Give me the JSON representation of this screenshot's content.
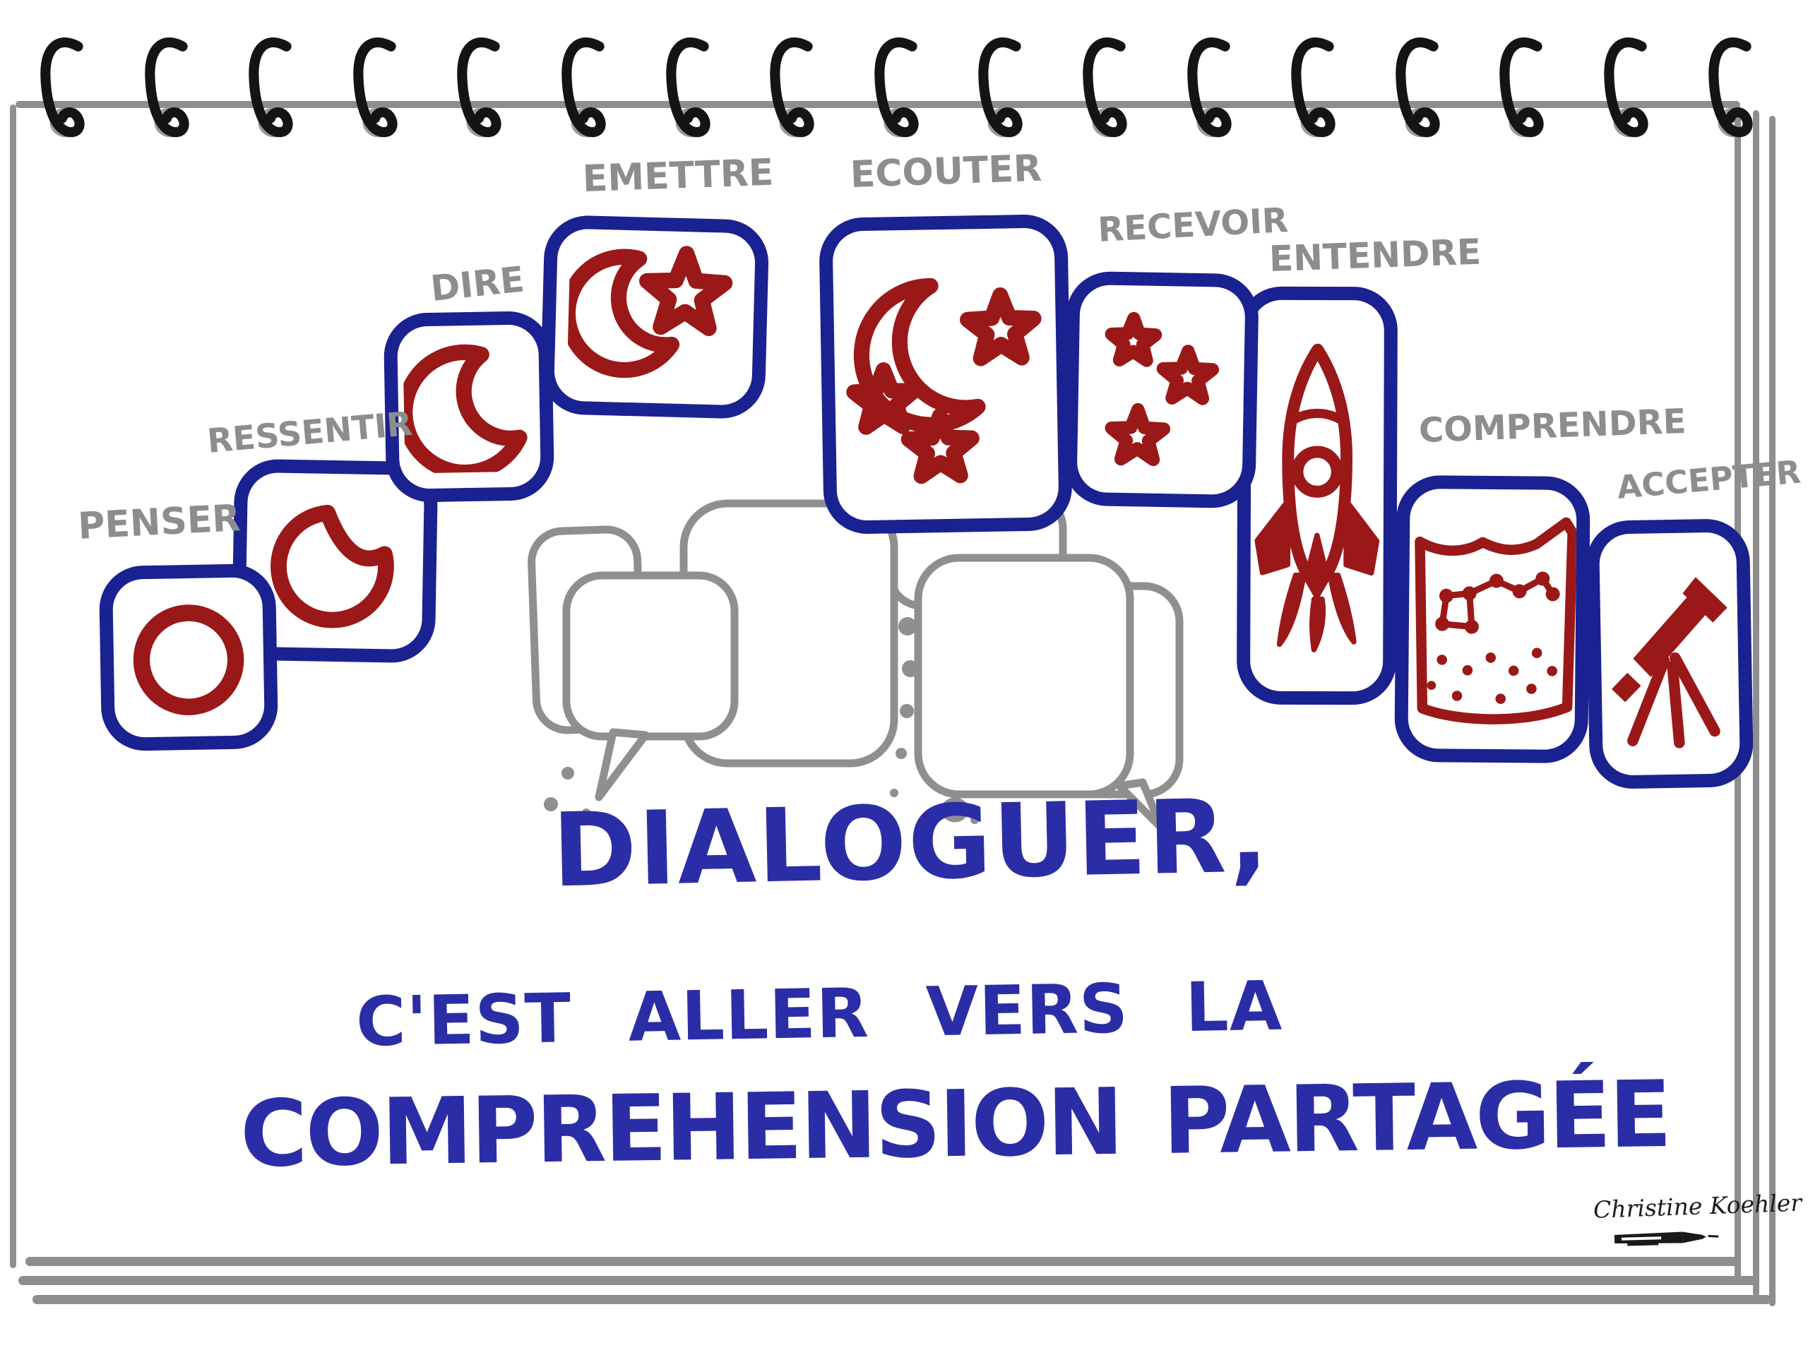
{
  "title": "Dialoguer sketchnote",
  "colors": {
    "box_border_blue": "#1a2191",
    "icon_red": "#9b1818",
    "label_gray": "#8d8d8d",
    "bubble_gray": "#8f8f8f",
    "page_line_gray": "#8e8e8e",
    "spiral_black": "#141414",
    "headline_blue": "#2b2da6",
    "signature_black": "#1c1c1c"
  },
  "spiral": {
    "ring_count": 17
  },
  "steps": [
    {
      "label": "PENSER",
      "icon": "circle-icon"
    },
    {
      "label": "RESSENTIR",
      "icon": "gibbous-moon-icon"
    },
    {
      "label": "DIRE",
      "icon": "crescent-moon-icon"
    },
    {
      "label": "EMETTRE",
      "icon": "moon-star-icon"
    },
    {
      "label": "ECOUTER",
      "icon": "moon-stars-icon"
    },
    {
      "label": "RECEVOIR",
      "icon": "three-stars-icon"
    },
    {
      "label": "ENTENDRE",
      "icon": "rocket-icon"
    },
    {
      "label": "COMPRENDRE",
      "icon": "constellation-map-icon"
    },
    {
      "label": "ACCEPTER",
      "icon": "telescope-icon"
    }
  ],
  "headline": {
    "line1": "DIALOGUER,",
    "line2": "C'EST ALLER VERS LA",
    "line3": "COMPREHENSION PARTAGÉE"
  },
  "signature": {
    "name": "Christine Koehler"
  }
}
